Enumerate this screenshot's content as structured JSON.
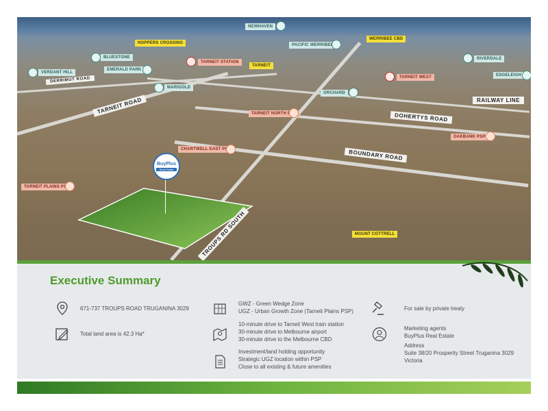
{
  "map": {
    "places": [
      {
        "id": "newhaven",
        "label": "NEWHAVEN",
        "style": "teal"
      },
      {
        "id": "hoppers",
        "label": "HOPPERS CROSSING",
        "style": "yellow"
      },
      {
        "id": "werribee_cbd",
        "label": "WERRIBEE CBD",
        "style": "yellow"
      },
      {
        "id": "pacific_werribee",
        "label": "PACIFIC WERRIBEE",
        "style": "teal"
      },
      {
        "id": "bluestone",
        "label": "BLUESTONE",
        "style": "teal"
      },
      {
        "id": "tarneit_station",
        "label": "TARNEIT STATION",
        "style": "salmon"
      },
      {
        "id": "tarneit",
        "label": "TARNEIT",
        "style": "yellow"
      },
      {
        "id": "riverdale",
        "label": "RIVERDALE",
        "style": "teal"
      },
      {
        "id": "verdant_hill",
        "label": "VERDANT HILL",
        "style": "teal"
      },
      {
        "id": "emerald_park",
        "label": "EMERALD PARK",
        "style": "teal"
      },
      {
        "id": "tarneit_west",
        "label": "TARNEIT WEST",
        "style": "salmon"
      },
      {
        "id": "edgeleigh",
        "label": "EDGELEIGH",
        "style": "teal"
      },
      {
        "id": "marigold",
        "label": "MARIGOLD",
        "style": "teal"
      },
      {
        "id": "orchard",
        "label": "ORCHARD",
        "style": "teal"
      },
      {
        "id": "tarneit_north_psp",
        "label": "TARNEIT NORTH PSP",
        "style": "salmon"
      },
      {
        "id": "oakbank_psp",
        "label": "OAKBANK PSP",
        "style": "salmon"
      },
      {
        "id": "chartwell_east_psp",
        "label": "CHARTWELL EAST PSP",
        "style": "salmon"
      },
      {
        "id": "tarneit_plains_psp",
        "label": "TARNEIT PLAINS PSP",
        "style": "salmon"
      },
      {
        "id": "mount_cottrell",
        "label": "MOUNT COTTRELL",
        "style": "yellow"
      }
    ],
    "roads": {
      "derrimut": "DERRIMUT ROAD",
      "tarneit": "TARNEIT ROAD",
      "railway": "RAILWAY LINE",
      "dohertys": "DOHERTYS ROAD",
      "boundary": "BOUNDARY ROAD",
      "troups": "TROUPS RD SOUTH"
    },
    "logo": {
      "line1": "BuyPlus",
      "line2": "Real Estate"
    }
  },
  "summary": {
    "title": "Executive Summary",
    "address": "671-737 TROUPS ROAD TRUGANINA 3029",
    "land_area": "Total land area is 42.3 Ha*",
    "zones": [
      "GWZ - Green Wedge Zone",
      "UGZ - Urban Growth Zone  (Tarneit Plains PSP)"
    ],
    "drives": [
      "10-minute drive to Tarneit West train station",
      "30-minute drive to Melbourne airport",
      "30-minute drive to the Melbourne CBD"
    ],
    "investment": [
      "Investment/land holding opportunity",
      "Strategic UGZ location within PSP",
      "Close to all existing & future amenities"
    ],
    "sale": "For sale by private treaty",
    "agents": [
      "Marketing agents",
      "BuyPlus Real Estate"
    ],
    "address_block": [
      "Address",
      "Suite 38/20 Prosperity Street Truganina 3029",
      "Victoria"
    ]
  },
  "icons": [
    "location-pin-icon",
    "edit-icon",
    "map-icon",
    "route-map-icon",
    "checklist-icon",
    "gavel-icon",
    "person-icon",
    "house-icon",
    "train-icon",
    "shopping-basket-icon",
    "document-icon"
  ],
  "colors": {
    "brand_green": "#4f9a2c",
    "summary_bg": "#e7eaeb",
    "label_yellow": "#f5e03a",
    "label_salmon": "#f1b8a8",
    "label_teal": "#cfe8e6"
  }
}
